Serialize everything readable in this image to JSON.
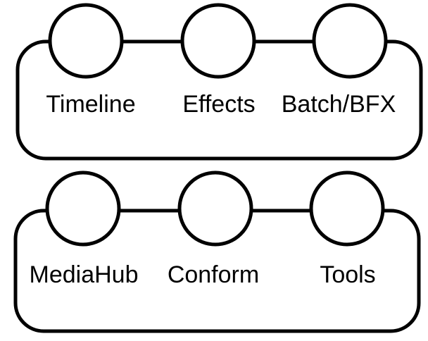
{
  "colors": {
    "stroke": "#000000",
    "background": "#ffffff"
  },
  "panels": [
    {
      "tabs": [
        {
          "label": "Timeline"
        },
        {
          "label": "Effects"
        },
        {
          "label": "Batch/BFX"
        }
      ]
    },
    {
      "tabs": [
        {
          "label": "MediaHub"
        },
        {
          "label": "Conform"
        },
        {
          "label": "Tools"
        }
      ]
    }
  ]
}
